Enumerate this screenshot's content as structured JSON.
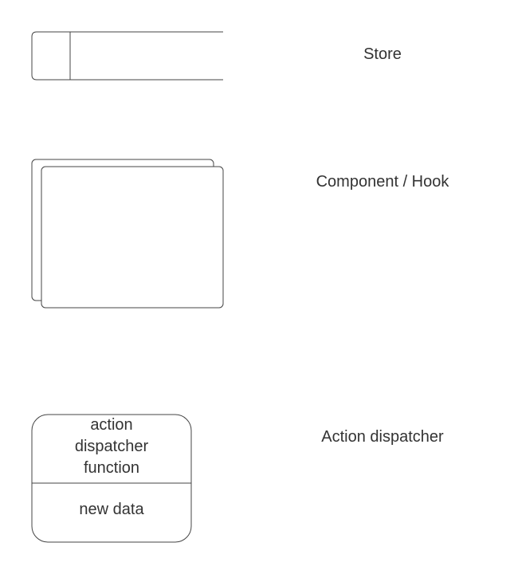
{
  "legend": {
    "store": {
      "label": "Store"
    },
    "component": {
      "label": "Component / Hook"
    },
    "action_dispatcher": {
      "label": "Action dispatcher",
      "top_text": "action\ndispatcher\nfunction",
      "bottom_text": "new data"
    }
  },
  "colors": {
    "stroke": "#444444",
    "text": "#333333",
    "background": "#ffffff"
  }
}
